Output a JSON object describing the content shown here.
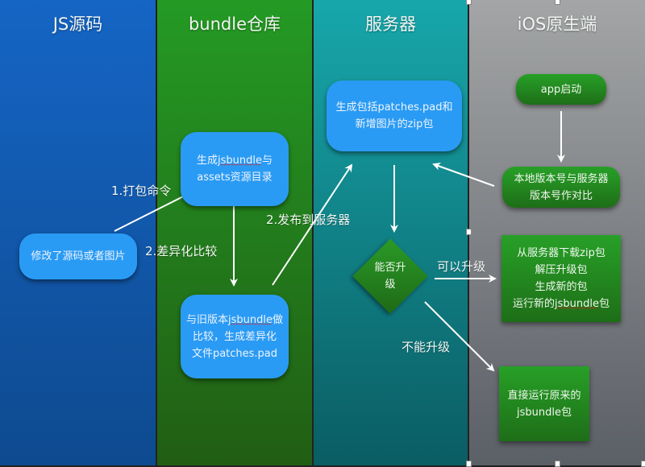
{
  "lanes": [
    {
      "title": "JS源码"
    },
    {
      "title": "bundle仓库"
    },
    {
      "title": "服务器"
    },
    {
      "title": "iOS原生端"
    }
  ],
  "nodes": {
    "modify_source": {
      "lines": [
        "修改了源码或者图片"
      ]
    },
    "gen_jsbundle": {
      "line1_pre": "生成",
      "line1_u": "jsbundle",
      "line1_post": "与",
      "line2": "assets资源目录"
    },
    "diff_old": {
      "line1_pre": "与旧版本",
      "line1_u": "jsbundle",
      "line1_post": "做",
      "line2": "比较，生成差异化",
      "line3": "文件patches.pad"
    },
    "gen_zip": {
      "line1": "生成包括patches.pad和",
      "line2": "新增图片的zip包"
    },
    "can_upgrade": {
      "line1": "能否升",
      "line2": "级"
    },
    "app_start": {
      "line1": "app启动"
    },
    "compare_version": {
      "line1": "本地版本号与服务器",
      "line2": "版本号作对比"
    },
    "download_zip": {
      "line1": "从服务器下载zip包",
      "line2": "解压升级包",
      "line3": "生成新的包",
      "line4_pre": "运行新的",
      "line4_u": "jsbundle",
      "line4_post": "包"
    },
    "run_original": {
      "line1": "直接运行原来的",
      "line2": "jsbundle包"
    }
  },
  "edge_labels": {
    "pack_command": "1.打包命令",
    "diff_compare": "2.差异化比较",
    "publish_server": "2.发布到服务器",
    "can_upgrade_yes": "可以升级",
    "can_upgrade_no": "不能升级"
  }
}
